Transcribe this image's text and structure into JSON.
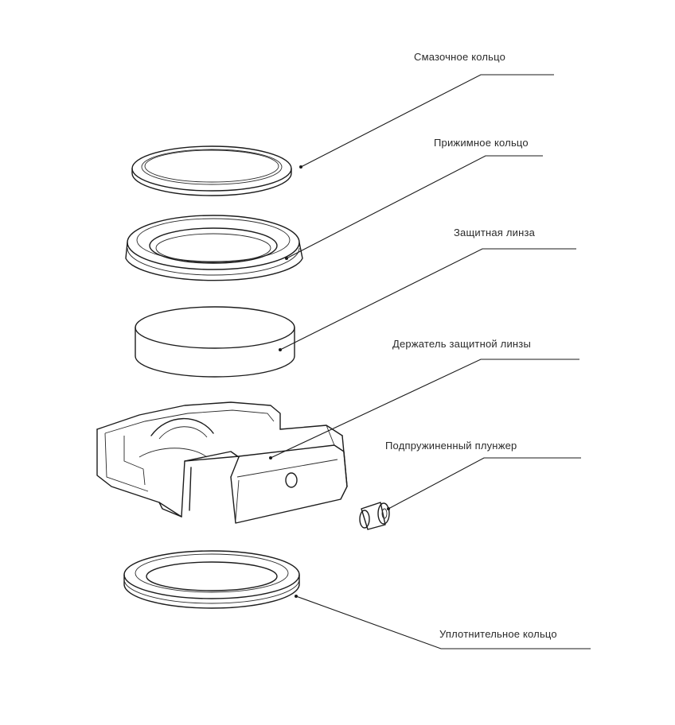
{
  "diagram": {
    "callouts": [
      {
        "id": "lubrication-ring",
        "label": "Смазочное кольцо"
      },
      {
        "id": "clamping-ring",
        "label": "Прижимное кольцо"
      },
      {
        "id": "protective-lens",
        "label": "Защитная линза"
      },
      {
        "id": "lens-holder",
        "label": "Держатель защитной линзы"
      },
      {
        "id": "spring-plunger",
        "label": "Подпружиненный плунжер"
      },
      {
        "id": "sealing-ring",
        "label": "Уплотнительное кольцо"
      }
    ]
  }
}
